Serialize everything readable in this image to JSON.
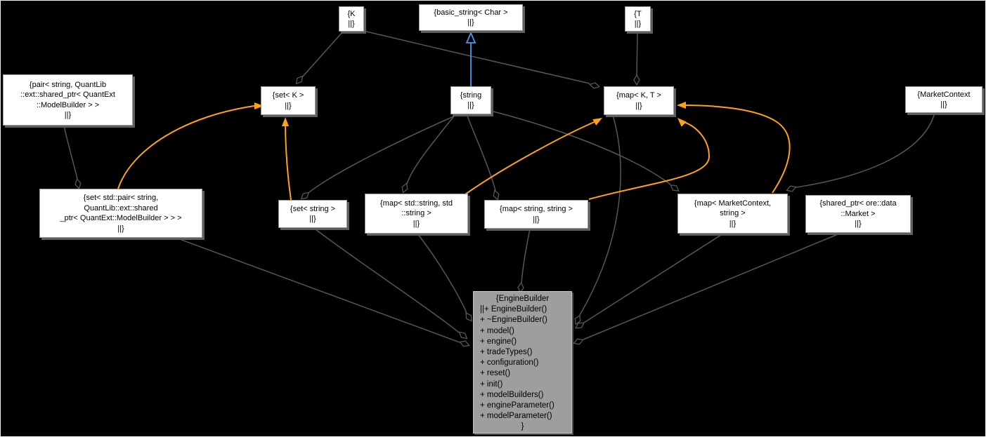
{
  "diagram": {
    "type": "doxygen-collaboration-graph",
    "background": "#000000",
    "colors": {
      "aggregation_edge": "#575757",
      "template_edge": "#ffa216",
      "inheritance_edge": "#4499ee",
      "node_fill": "#ffffff",
      "main_node_fill": "#9e9e9e",
      "node_text": "#000000"
    }
  },
  "nodes": {
    "k": {
      "label": "{K\n||}"
    },
    "basic_string": {
      "label": "{basic_string< Char >\n||}"
    },
    "t": {
      "label": "{T\n||}"
    },
    "pair": {
      "label": "{pair< string, QuantLib\n::ext::shared_ptr< QuantExt\n::ModelBuilder > >\n||}"
    },
    "set_k": {
      "label": "{set< K >\n||}"
    },
    "string": {
      "label": "{string\n||}"
    },
    "map_k_t": {
      "label": "{map< K, T >\n||}"
    },
    "market_context": {
      "label": "{MarketContext\n||}"
    },
    "set_pair": {
      "label": "{set< std::pair< string,\nQuantLib::ext::shared\n_ptr< QuantExt::ModelBuilder > > >\n||}"
    },
    "set_string": {
      "label": "{set< string >\n||}"
    },
    "map_std_string": {
      "label": "{map< std::string, std\n::string >\n||}"
    },
    "map_string_string": {
      "label": "{map< string, string >\n||}"
    },
    "map_market_context": {
      "label": "{map< MarketContext,\nstring >\n||}"
    },
    "shared_ptr_market": {
      "label": "{shared_ptr< ore::data\n::Market >\n||}"
    },
    "engine_builder": {
      "header": "{EngineBuilder",
      "members": "||+ EngineBuilder()\n+ ~EngineBuilder()\n+ model()\n+ engine()\n+ tradeTypes()\n+ configuration()\n+ reset()\n+ init()\n+ modelBuilders()\n+ engineParameter()\n+ modelParameter()",
      "footer": "}"
    }
  },
  "edges": [
    {
      "from": "k",
      "to": "set_k",
      "relation": "aggregation"
    },
    {
      "from": "k",
      "to": "map_k_t",
      "relation": "aggregation"
    },
    {
      "from": "t",
      "to": "map_k_t",
      "relation": "aggregation"
    },
    {
      "from": "pair",
      "to": "set_pair",
      "relation": "aggregation"
    },
    {
      "from": "string",
      "to": "set_string",
      "relation": "aggregation"
    },
    {
      "from": "string",
      "to": "map_std_string",
      "relation": "aggregation"
    },
    {
      "from": "string",
      "to": "map_string_string",
      "relation": "aggregation"
    },
    {
      "from": "string",
      "to": "map_market_context",
      "relation": "aggregation"
    },
    {
      "from": "market_context",
      "to": "map_market_context",
      "relation": "aggregation"
    },
    {
      "from": "map_k_t",
      "to": "engine_builder",
      "relation": "aggregation"
    },
    {
      "from": "map_market_context",
      "to": "engine_builder",
      "relation": "aggregation"
    },
    {
      "from": "shared_ptr_market",
      "to": "engine_builder",
      "relation": "aggregation"
    },
    {
      "from": "map_string_string",
      "to": "engine_builder",
      "relation": "aggregation"
    },
    {
      "from": "map_std_string",
      "to": "engine_builder",
      "relation": "aggregation"
    },
    {
      "from": "set_string",
      "to": "engine_builder",
      "relation": "aggregation"
    },
    {
      "from": "set_pair",
      "to": "engine_builder",
      "relation": "aggregation"
    },
    {
      "from": "set_pair",
      "to": "set_k",
      "relation": "template-instance"
    },
    {
      "from": "set_string",
      "to": "set_k",
      "relation": "template-instance"
    },
    {
      "from": "map_std_string",
      "to": "map_k_t",
      "relation": "template-instance"
    },
    {
      "from": "map_string_string",
      "to": "map_k_t",
      "relation": "template-instance"
    },
    {
      "from": "map_market_context",
      "to": "map_k_t",
      "relation": "template-instance"
    },
    {
      "from": "string",
      "to": "basic_string",
      "relation": "inheritance"
    }
  ]
}
